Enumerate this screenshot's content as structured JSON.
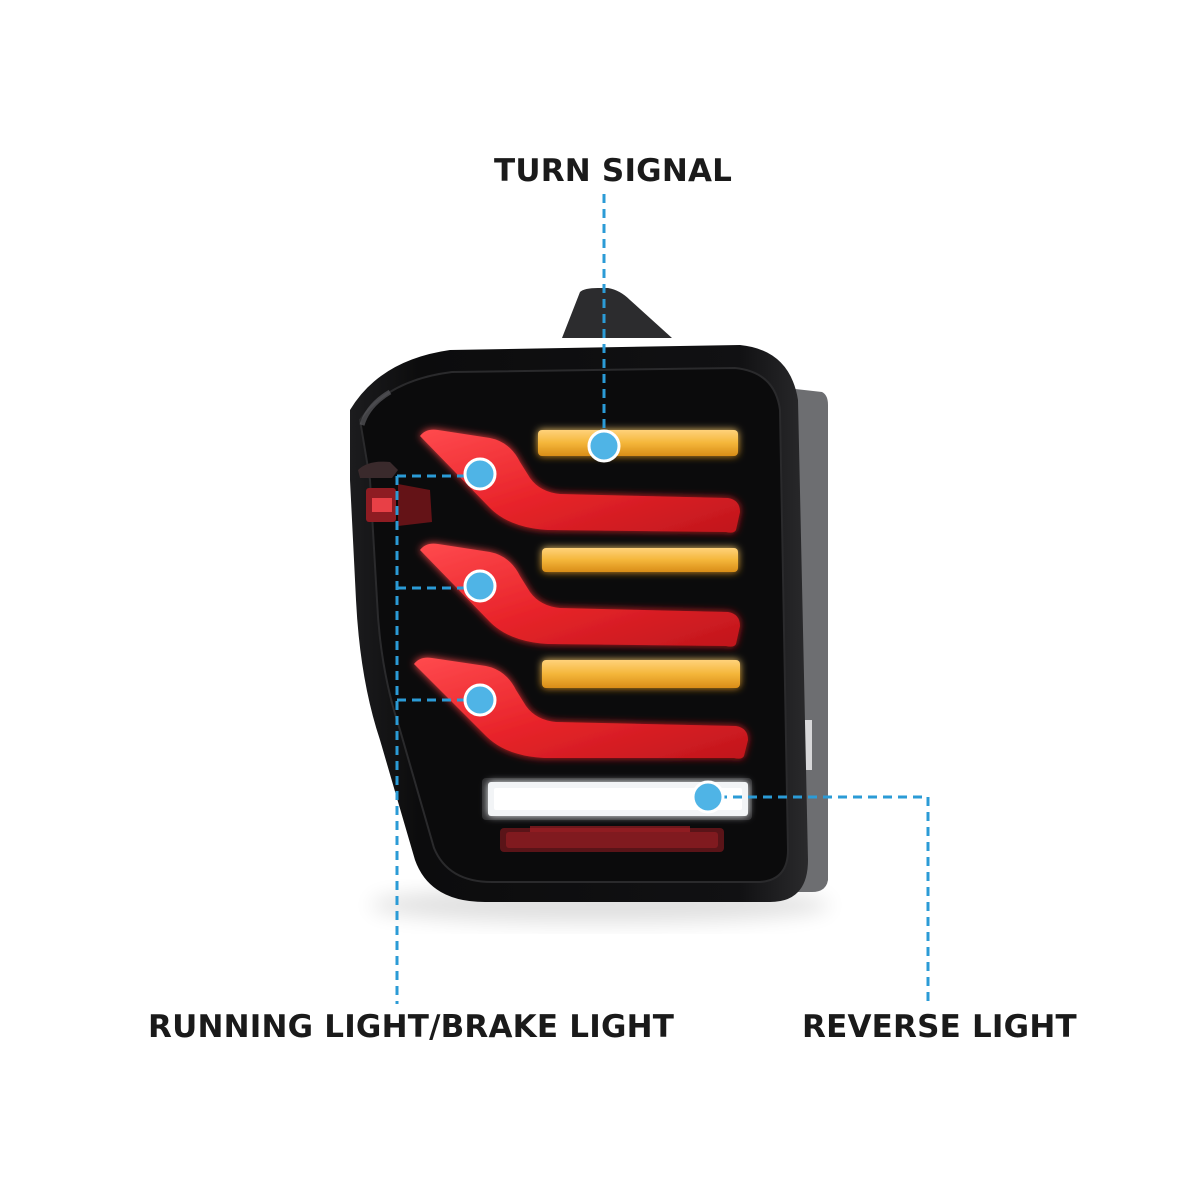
{
  "labels": {
    "turn_signal": "TURN SIGNAL",
    "running_brake": "RUNNING LIGHT/BRAKE LIGHT",
    "reverse": "REVERSE LIGHT"
  },
  "colors": {
    "callout": "#2b9bd6",
    "callout_dot": "#4fb4e6",
    "housing": "#0f0f10",
    "red_led": "#e8242a",
    "amber_led": "#f4b63a",
    "white_led": "#f2f4f6",
    "text": "#1a1a1a"
  }
}
